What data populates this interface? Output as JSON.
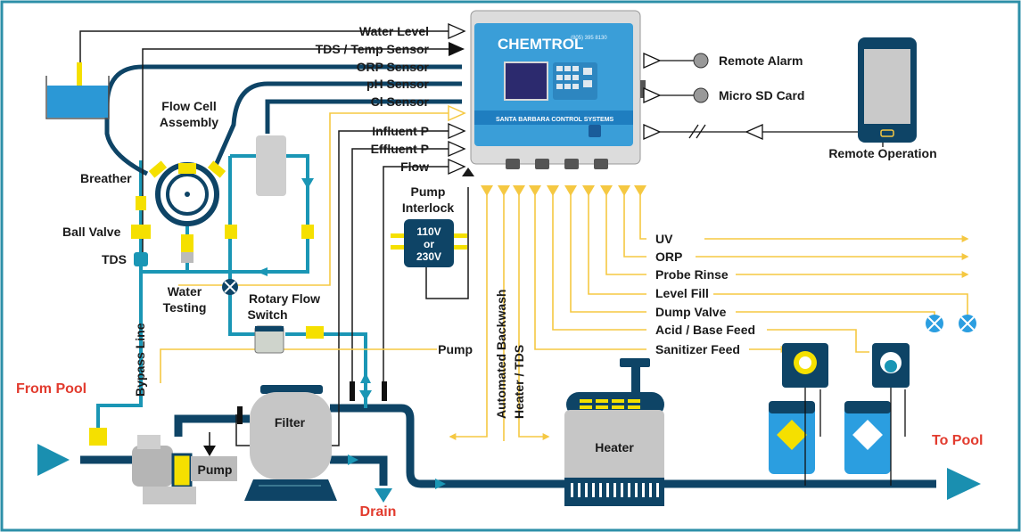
{
  "controller": {
    "brand": "CHEMTROL",
    "company": "SANTA BARBARA CONTROL SYSTEMS",
    "phone": "(805) 395 8130"
  },
  "inputs": {
    "water_level": "Water Level",
    "tds_temp": "TDS / Temp Sensor",
    "orp_sensor": "ORP Sensor",
    "ph_sensor": "pH Sensor",
    "cl_sensor": "Cl Sensor",
    "influent_p": "Influent P",
    "effluent_p": "Effluent P",
    "flow": "Flow"
  },
  "right_side": {
    "remote_alarm": "Remote Alarm",
    "micro_sd": "Micro SD Card",
    "remote_operation": "Remote Operation"
  },
  "outputs": {
    "uv": "UV",
    "orp": "ORP",
    "probe_rinse": "Probe Rinse",
    "level_fill": "Level Fill",
    "dump_valve": "Dump Valve",
    "acid_base": "Acid / Base Feed",
    "sanitizer": "Sanitizer Feed"
  },
  "components": {
    "flow_cell_1": "Flow Cell",
    "flow_cell_2": "Assembly",
    "breather": "Breather",
    "ball_valve": "Ball Valve",
    "tds": "TDS",
    "water_testing_1": "Water",
    "water_testing_2": "Testing",
    "rotary_1": "Rotary Flow",
    "rotary_2": "Switch",
    "pump_interlock_1": "Pump",
    "pump_interlock_2": "Interlock",
    "voltage_1": "110V",
    "voltage_2": "or",
    "voltage_3": "230V",
    "bypass_line": "Bypass Line",
    "pump_signal": "Pump",
    "auto_backwash": "Automated Backwash",
    "heater_tds": "Heater / TDS",
    "filter": "Filter",
    "heater": "Heater",
    "pump": "Pump",
    "from_pool": "From Pool",
    "to_pool": "To Pool",
    "drain": "Drain"
  },
  "colors": {
    "frame": "#2d8fa8",
    "pipe": "#0e4466",
    "loop": "#1a96b5",
    "yellow_line": "#f5c842",
    "valve": "#f5e000",
    "red_label": "#e23b2e",
    "arrow_teal": "#1a8fb0"
  }
}
